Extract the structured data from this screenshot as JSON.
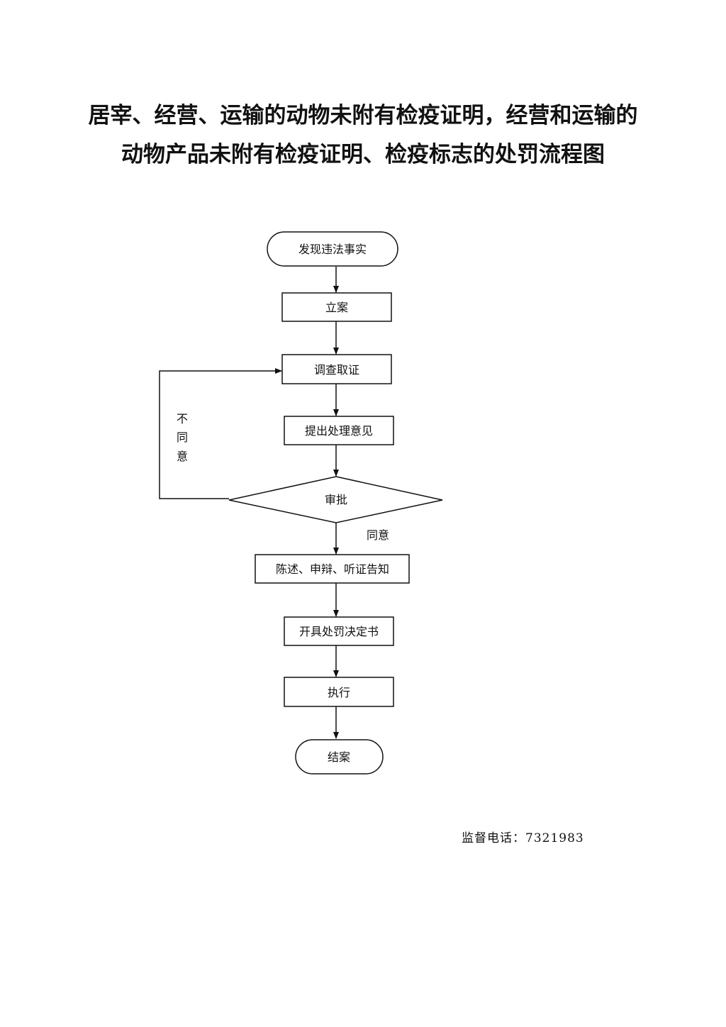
{
  "title": {
    "line1": "居宰、经营、运输的动物未附有检疫证明，经营和运输的",
    "line2": "动物产品未附有检疫证明、检疫标志的处罚流程图"
  },
  "flow": {
    "start": "发现违法事实",
    "file_case": "立案",
    "investigate": "调查取证",
    "propose": "提出处理意见",
    "approve": "审批",
    "agree_label": "同意",
    "disagree_chars": [
      "不",
      "同",
      "意"
    ],
    "notify": "陈述、申辩、听证告知",
    "decision": "开具处罚决定书",
    "execute": "执行",
    "close": "结案"
  },
  "footer": {
    "phone_label": "监督电话：",
    "phone_number": "7321983"
  }
}
